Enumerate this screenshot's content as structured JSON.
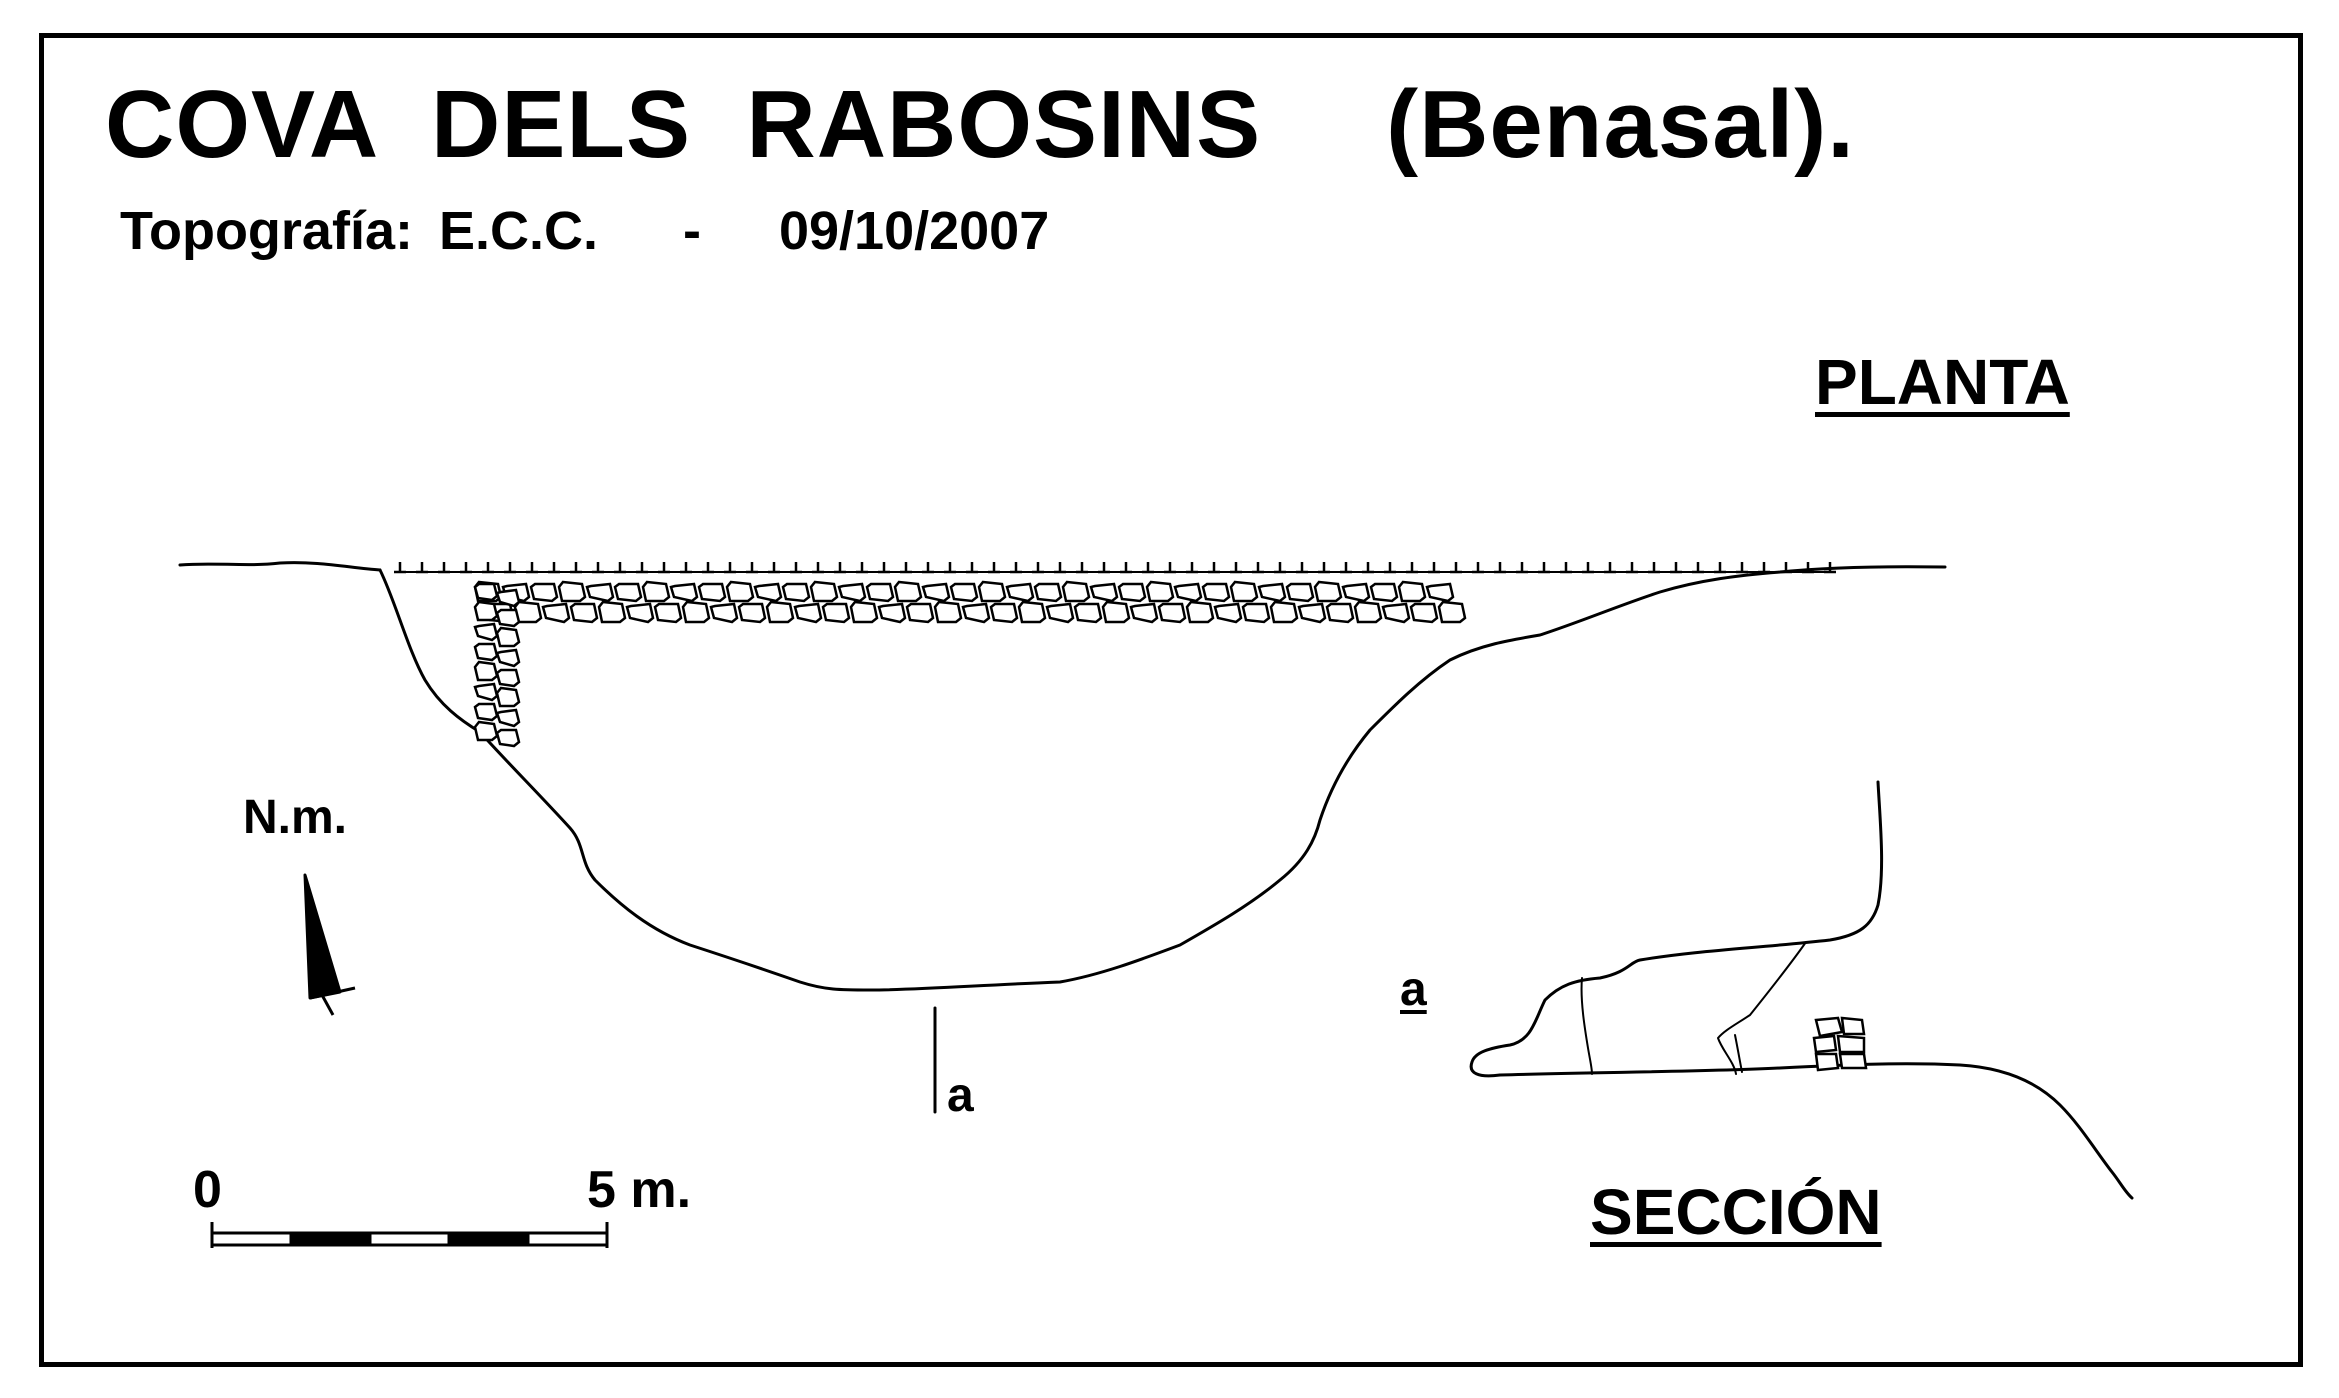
{
  "title": {
    "cave_name": "COVA  DELS  RABOSINS",
    "location": "(Benasal)."
  },
  "subtitle": {
    "label": "Topografía:",
    "author": "E.C.C.",
    "separator": "-",
    "date": "09/10/2007"
  },
  "views": {
    "plan_label": "PLANTA",
    "section_label": "SECCIÓN"
  },
  "north_label": "N.m.",
  "section_line_label": "a",
  "section_marker_label": "a",
  "scale_bar": {
    "start_label": "0",
    "end_label": "5 m."
  },
  "icons": {
    "north_arrow": "north-arrow-icon",
    "rock_wall": "dry-stone-wall-icon"
  },
  "colors": {
    "ink": "#000000",
    "paper": "#ffffff"
  }
}
